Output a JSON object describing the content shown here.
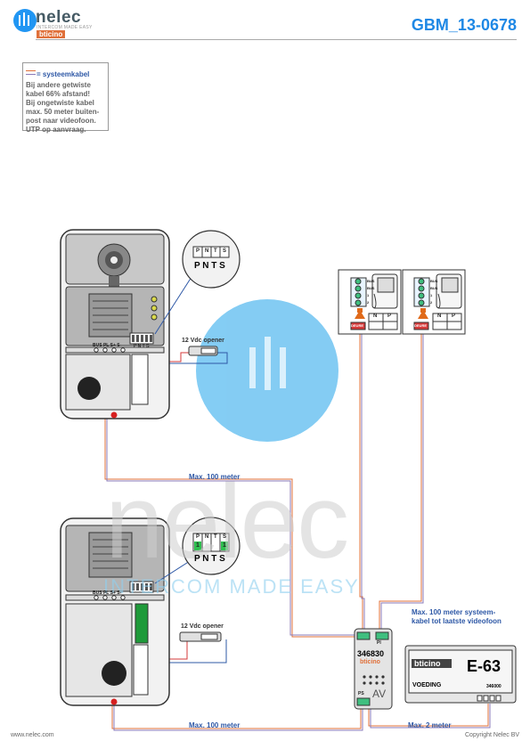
{
  "header": {
    "brand_name": "nelec",
    "brand_sub": "INTERCOM MADE EASY",
    "brand_partner": "bticino",
    "doc_id": "GBM_13-0678"
  },
  "legend": {
    "title": "= systeemkabel",
    "lines": [
      "Bij andere getwiste",
      "kabel 66% afstand!",
      "Bij ongetwiste kabel",
      "max. 50 meter buiten-",
      "post naar videofoon.",
      "UTP op aanvraag."
    ]
  },
  "wires": {
    "max_100_top": "Max. 100 meter",
    "max_100_bottom": "Max. 100 meter",
    "max_2": "Max. 2 meter",
    "note_line1": "Max. 100 meter systeem-",
    "note_line2": "kabel tot laatste videofoon"
  },
  "openers": {
    "top": "12 Vdc opener",
    "bottom": "12 Vdc opener"
  },
  "panel_terminals": {
    "top": "BUS PL S+ S-",
    "bottom": "BUS PL S+ S-",
    "pnts": "P N T S"
  },
  "zoom": {
    "top": {
      "header": [
        "P",
        "N",
        "T",
        "S"
      ],
      "footer": "P N T S"
    },
    "bottom": {
      "header": [
        "P",
        "N",
        "T",
        "S"
      ],
      "marks": [
        "1",
        "1"
      ],
      "footer": "P N T S"
    }
  },
  "monitors": {
    "terminals": [
      "BUS",
      "BUS",
      "1",
      "2"
    ],
    "conn": [
      "N",
      "P"
    ],
    "label": "DEURE"
  },
  "interface": {
    "model": "346830",
    "brand": "bticino",
    "ports": "PI",
    "av": "AV",
    "ps": "PS"
  },
  "power": {
    "brand": "bticino",
    "model": "E-63",
    "name": "VOEDING",
    "part": "346000"
  },
  "watermark": {
    "name": "nelec",
    "tagline": "INTERCOM MADE EASY"
  },
  "footer": {
    "left": "www.nelec.com",
    "right": "Copyright Nelec BV"
  },
  "colors": {
    "accent": "#1e88e5",
    "label_blue": "#2e58a6",
    "wire_orange": "#e0703a",
    "wire_violet": "#8a7ab8",
    "wire_red": "#d63a3a",
    "brand_orange": "#e0703a"
  }
}
